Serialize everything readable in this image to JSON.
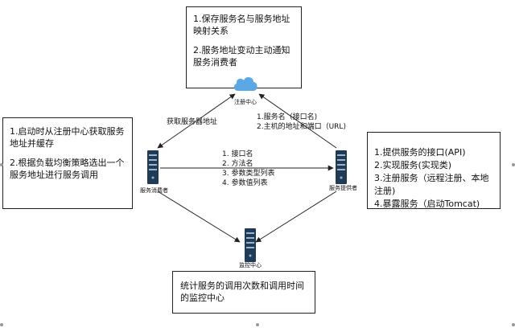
{
  "nodes": {
    "registry": {
      "label": "注册中心",
      "icon": "cloud-icon"
    },
    "consumer": {
      "label": "服务消费者",
      "icon": "server-icon"
    },
    "provider": {
      "label": "服务提供者",
      "icon": "server-icon"
    },
    "monitor": {
      "label": "监控中心",
      "icon": "server-icon"
    }
  },
  "notes": {
    "top": [
      "1.保存服务名与服务地址映射关系",
      "2.服务地址变动主动通知服务消费者"
    ],
    "left": [
      "1.启动时从注册中心获取服务地址并缓存",
      "2.根据负载均衡策略选出一个服务地址进行服务调用"
    ],
    "right": [
      "1.提供服务的接口(API)",
      "2.实现服务(实现类)",
      "3.注册服务（远程注册、本地注册)",
      "4.暴露服务（启动Tomcat)"
    ],
    "bottom": "统计服务的调用次数和调用时间的监控中心"
  },
  "edge_labels": {
    "consumer_registry": "获取服务器地址",
    "provider_registry": [
      "1.服务名（接口名)",
      "2.主机的地址和端口（URL)"
    ],
    "consumer_provider": [
      "1. 接口名",
      "2. 方法名",
      "3. 参数类型列表",
      "4. 参数值列表"
    ]
  },
  "colors": {
    "server": "#1f3b57",
    "cloud": "#5aa9e6",
    "line": "#222222"
  }
}
